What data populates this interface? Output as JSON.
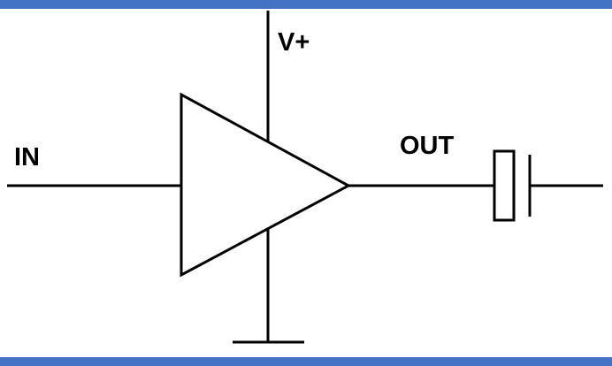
{
  "diagram": {
    "labels": {
      "input": "IN",
      "supply": "V+",
      "output": "OUT"
    },
    "colors": {
      "border": "#4472c4",
      "line": "#000000",
      "background": "#ffffff"
    }
  }
}
